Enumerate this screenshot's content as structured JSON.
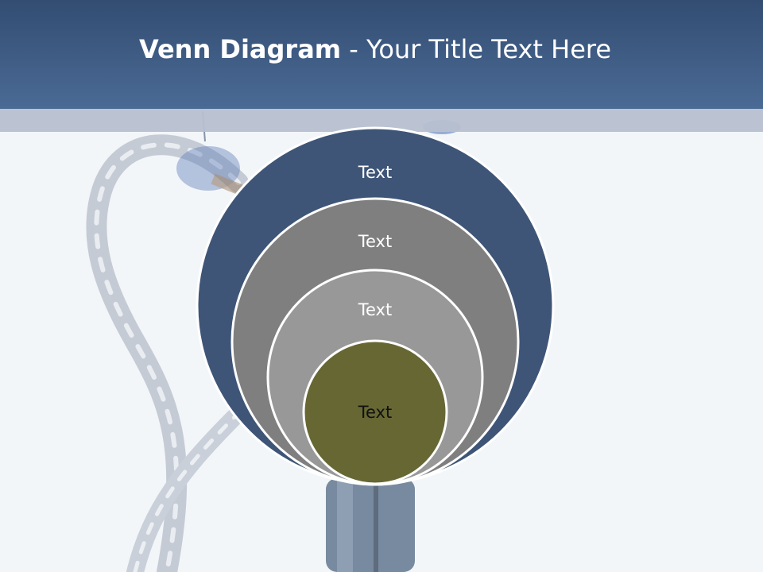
{
  "slide": {
    "title_bold": "Venn Diagram",
    "title_rest": " - Your Title Text Here"
  },
  "diagram": {
    "circles": [
      {
        "label": "Text",
        "fill": "#3e5577",
        "text_color": "#ffffff"
      },
      {
        "label": "Text",
        "fill": "#7f7f7f",
        "text_color": "#ffffff"
      },
      {
        "label": "Text",
        "fill": "#989898",
        "text_color": "#ffffff"
      },
      {
        "label": "Text",
        "fill": "#676734",
        "text_color": "#111111"
      }
    ]
  }
}
